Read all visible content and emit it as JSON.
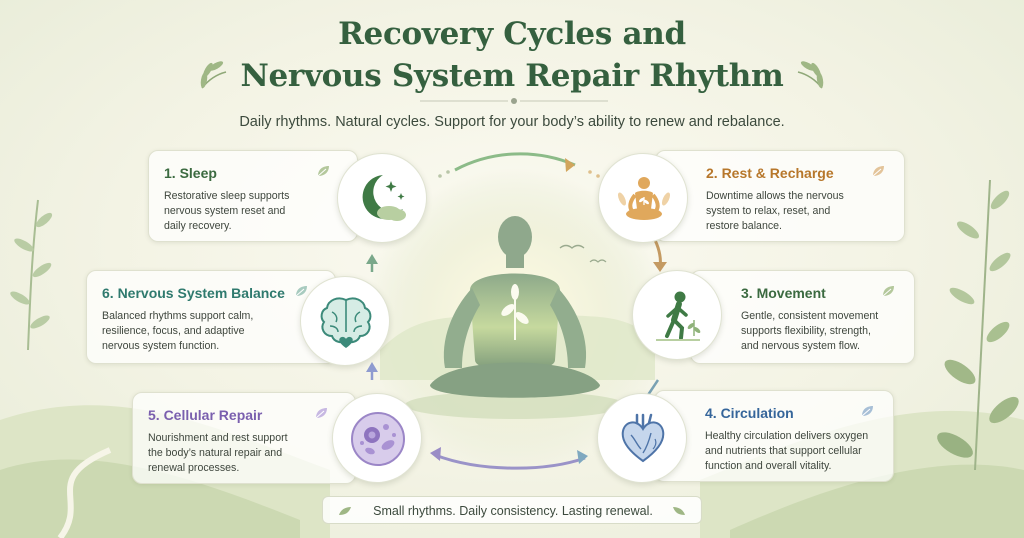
{
  "header": {
    "title_line1": "Recovery Cycles and",
    "title_line2": "Nervous System Repair Rhythm",
    "subtitle": "Daily rhythms. Natural cycles. Support for your body’s ability to renew and rebalance."
  },
  "stages": [
    {
      "title": "1. Sleep",
      "text": [
        "Restorative sleep supports",
        "nervous system reset and",
        "daily recovery."
      ],
      "color": "#3b6a40",
      "icon": "moon-stars-icon"
    },
    {
      "title": "2. Rest & Recharge",
      "text": [
        "Downtime allows the nervous",
        "system to relax, reset, and",
        "restore balance."
      ],
      "color": "#b7772b",
      "icon": "meditating-figure-icon"
    },
    {
      "title": "3. Movement",
      "text": [
        "Gentle, consistent movement",
        "supports flexibility, strength,",
        "and nervous system flow."
      ],
      "color": "#3b6a40",
      "icon": "walking-figure-icon"
    },
    {
      "title": "4. Circulation",
      "text": [
        "Healthy circulation delivers oxygen",
        "and nutrients that support cellular",
        "function and overall vitality."
      ],
      "color": "#35659a",
      "icon": "heart-icon"
    },
    {
      "title": "5. Cellular Repair",
      "text": [
        "Nourishment and rest support",
        "the body’s natural repair and",
        "renewal processes."
      ],
      "color": "#7a5fae",
      "icon": "cells-icon"
    },
    {
      "title": "6. Nervous System Balance",
      "text": [
        "Balanced rhythms support calm,",
        "resilience, focus, and adaptive",
        "nervous system function."
      ],
      "color": "#2f7a6e",
      "icon": "brain-icon"
    }
  ],
  "footer": {
    "text": "Small rhythms. Daily consistency. Lasting renewal."
  },
  "colors": {
    "title": "#35603f",
    "sleep": "#3b6a40",
    "rest": "#b7772b",
    "circulation": "#35659a",
    "cellular": "#7a5fae",
    "balance": "#2f7a6e"
  }
}
